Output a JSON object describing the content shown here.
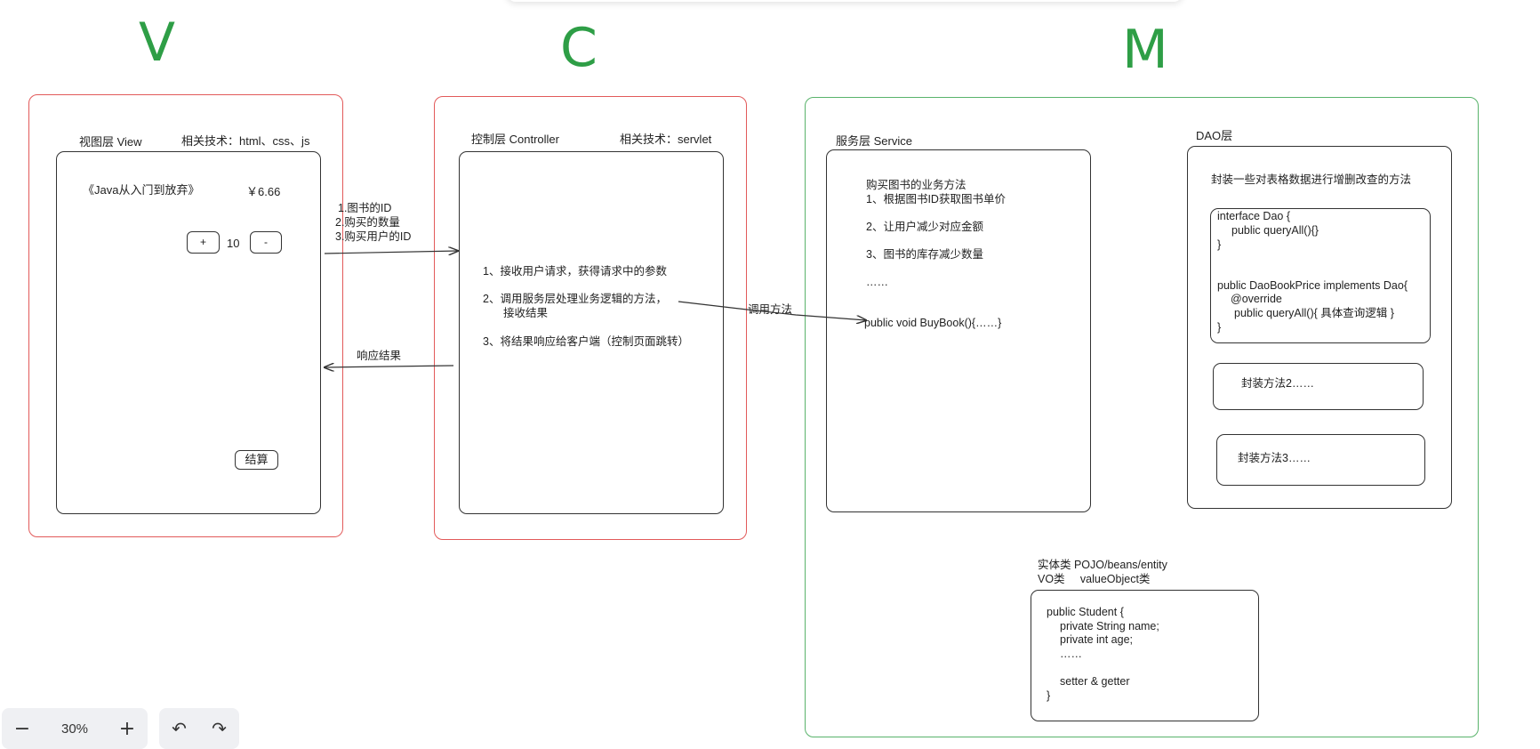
{
  "letters": {
    "v": "V",
    "c": "C",
    "m": "M"
  },
  "view": {
    "title": "视图层 View",
    "tech": "相关技术：html、css、js",
    "book_name": "《Java从入门到放弃》",
    "price": "￥6.66",
    "plus": "+",
    "qty": "10",
    "minus": "-",
    "checkout": "结算"
  },
  "request_params": [
    "1.图书的ID",
    "2.购买的数量",
    "3.购买用户的ID"
  ],
  "response_label": "响应结果",
  "controller": {
    "title": "控制层 Controller",
    "tech": "相关技术：servlet",
    "steps": [
      "1、接收用户请求，获得请求中的参数",
      "2、调用服务层处理业务逻辑的方法，",
      "接收结果",
      "3、将结果响应给客户端（控制页面跳转）"
    ]
  },
  "call_label": "调用方法",
  "service": {
    "title": "服务层 Service",
    "lines": [
      "购买图书的业务方法",
      "1、根据图书ID获取图书单价",
      "2、让用户减少对应金额",
      "3、图书的库存减少数量",
      "……",
      "public void BuyBook(){……}"
    ]
  },
  "dao": {
    "title": "DAO层",
    "desc": "封装一些对表格数据进行增删改查的方法",
    "code_lines": [
      "interface Dao {",
      "public queryAll(){}",
      "}",
      "public DaoBookPrice implements Dao{",
      "@override",
      "public queryAll(){ 具体查询逻辑 }",
      "}"
    ],
    "method2": "封装方法2……",
    "method3": "封装方法3……"
  },
  "entity": {
    "label1": "实体类 POJO/beans/entity",
    "label2": "VO类     valueObject类",
    "code_lines": [
      "public Student {",
      "private String name;",
      "private int age;",
      "……",
      "setter & getter",
      "}"
    ]
  },
  "toolbar": {
    "zoom_out": "−",
    "zoom": "30%",
    "zoom_in": "+",
    "undo": "↶",
    "redo": "↷"
  },
  "colors": {
    "mvc_letter": "#2e9e46",
    "red_frame": "#e25a5a",
    "green_frame": "#59b36b"
  }
}
